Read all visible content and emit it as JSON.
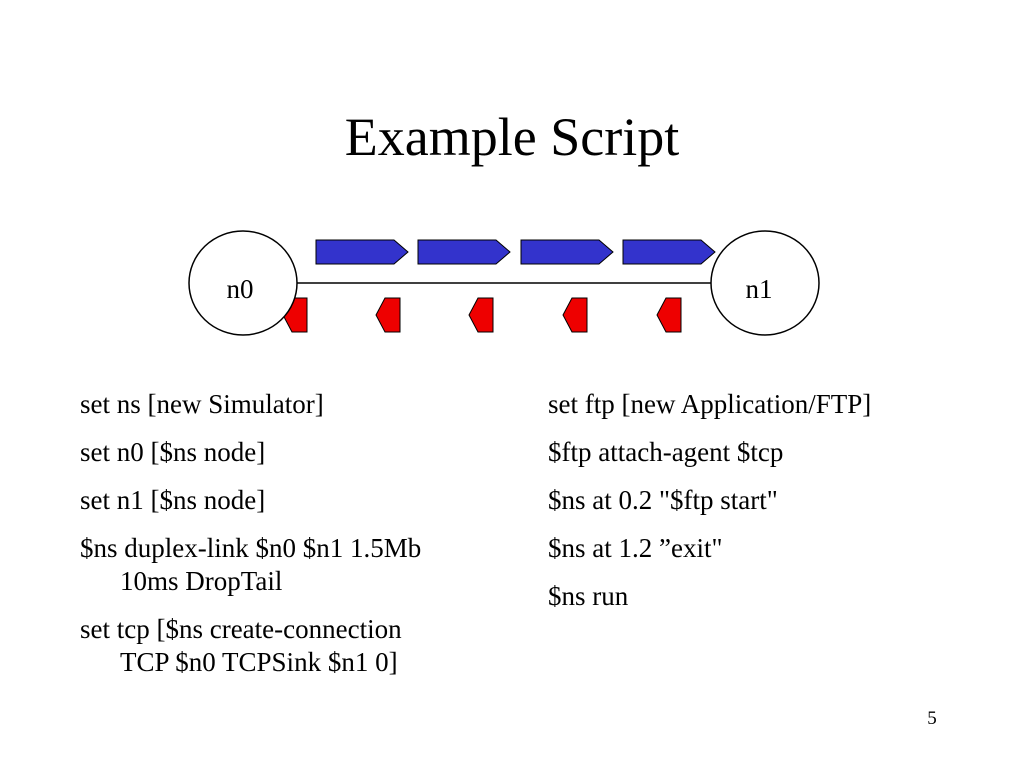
{
  "slide": {
    "title": "Example Script",
    "page_number": "5"
  },
  "diagram": {
    "nodes": [
      {
        "label": "n0"
      },
      {
        "label": "n1"
      }
    ],
    "data_packet_count": 4,
    "ack_packet_count": 5,
    "colors": {
      "data_packet": "#3333cc",
      "ack_packet": "#ee0000",
      "outline": "#000000"
    }
  },
  "script": {
    "left": [
      {
        "first": "set ns [new Simulator]",
        "cont": ""
      },
      {
        "first": "set n0 [$ns node]",
        "cont": ""
      },
      {
        "first": "set n1 [$ns node]",
        "cont": ""
      },
      {
        "first": "$ns duplex-link $n0 $n1 1.5Mb",
        "cont": "10ms DropTail"
      },
      {
        "first": "set tcp [$ns create-connection",
        "cont": "TCP $n0 TCPSink $n1 0]"
      }
    ],
    "right": [
      "set ftp [new Application/FTP]",
      "$ftp attach-agent $tcp",
      "$ns at 0.2 \"$ftp start\"",
      "$ns at 1.2 ”exit\"",
      "$ns run"
    ]
  }
}
